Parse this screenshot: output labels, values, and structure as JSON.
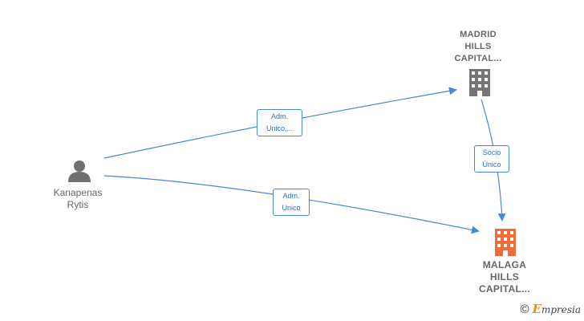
{
  "nodes": {
    "person": {
      "line1": "Kanapenas",
      "line2": "Rytis"
    },
    "madrid": {
      "line1": "MADRID",
      "line2": "HILLS",
      "line3": "CAPITAL..."
    },
    "malaga": {
      "line1": "MALAGA",
      "line2": "HILLS",
      "line3": "CAPITAL..."
    }
  },
  "edges": {
    "person_madrid": {
      "line1": "Adm.",
      "line2": "Unico,..."
    },
    "person_malaga": {
      "line1": "Adm.",
      "line2": "Unico"
    },
    "madrid_malaga": {
      "line1": "Socio",
      "line2": "Único"
    }
  },
  "colors": {
    "edge": "#4a86d4",
    "company_icon": "#757575",
    "highlight_icon": "#f26b3a",
    "person_icon": "#707070"
  },
  "icons": {
    "person": "person-icon",
    "company": "building-icon"
  },
  "watermark": {
    "symbol": "©",
    "brand_initial": "E",
    "brand_rest": "mpresia"
  }
}
